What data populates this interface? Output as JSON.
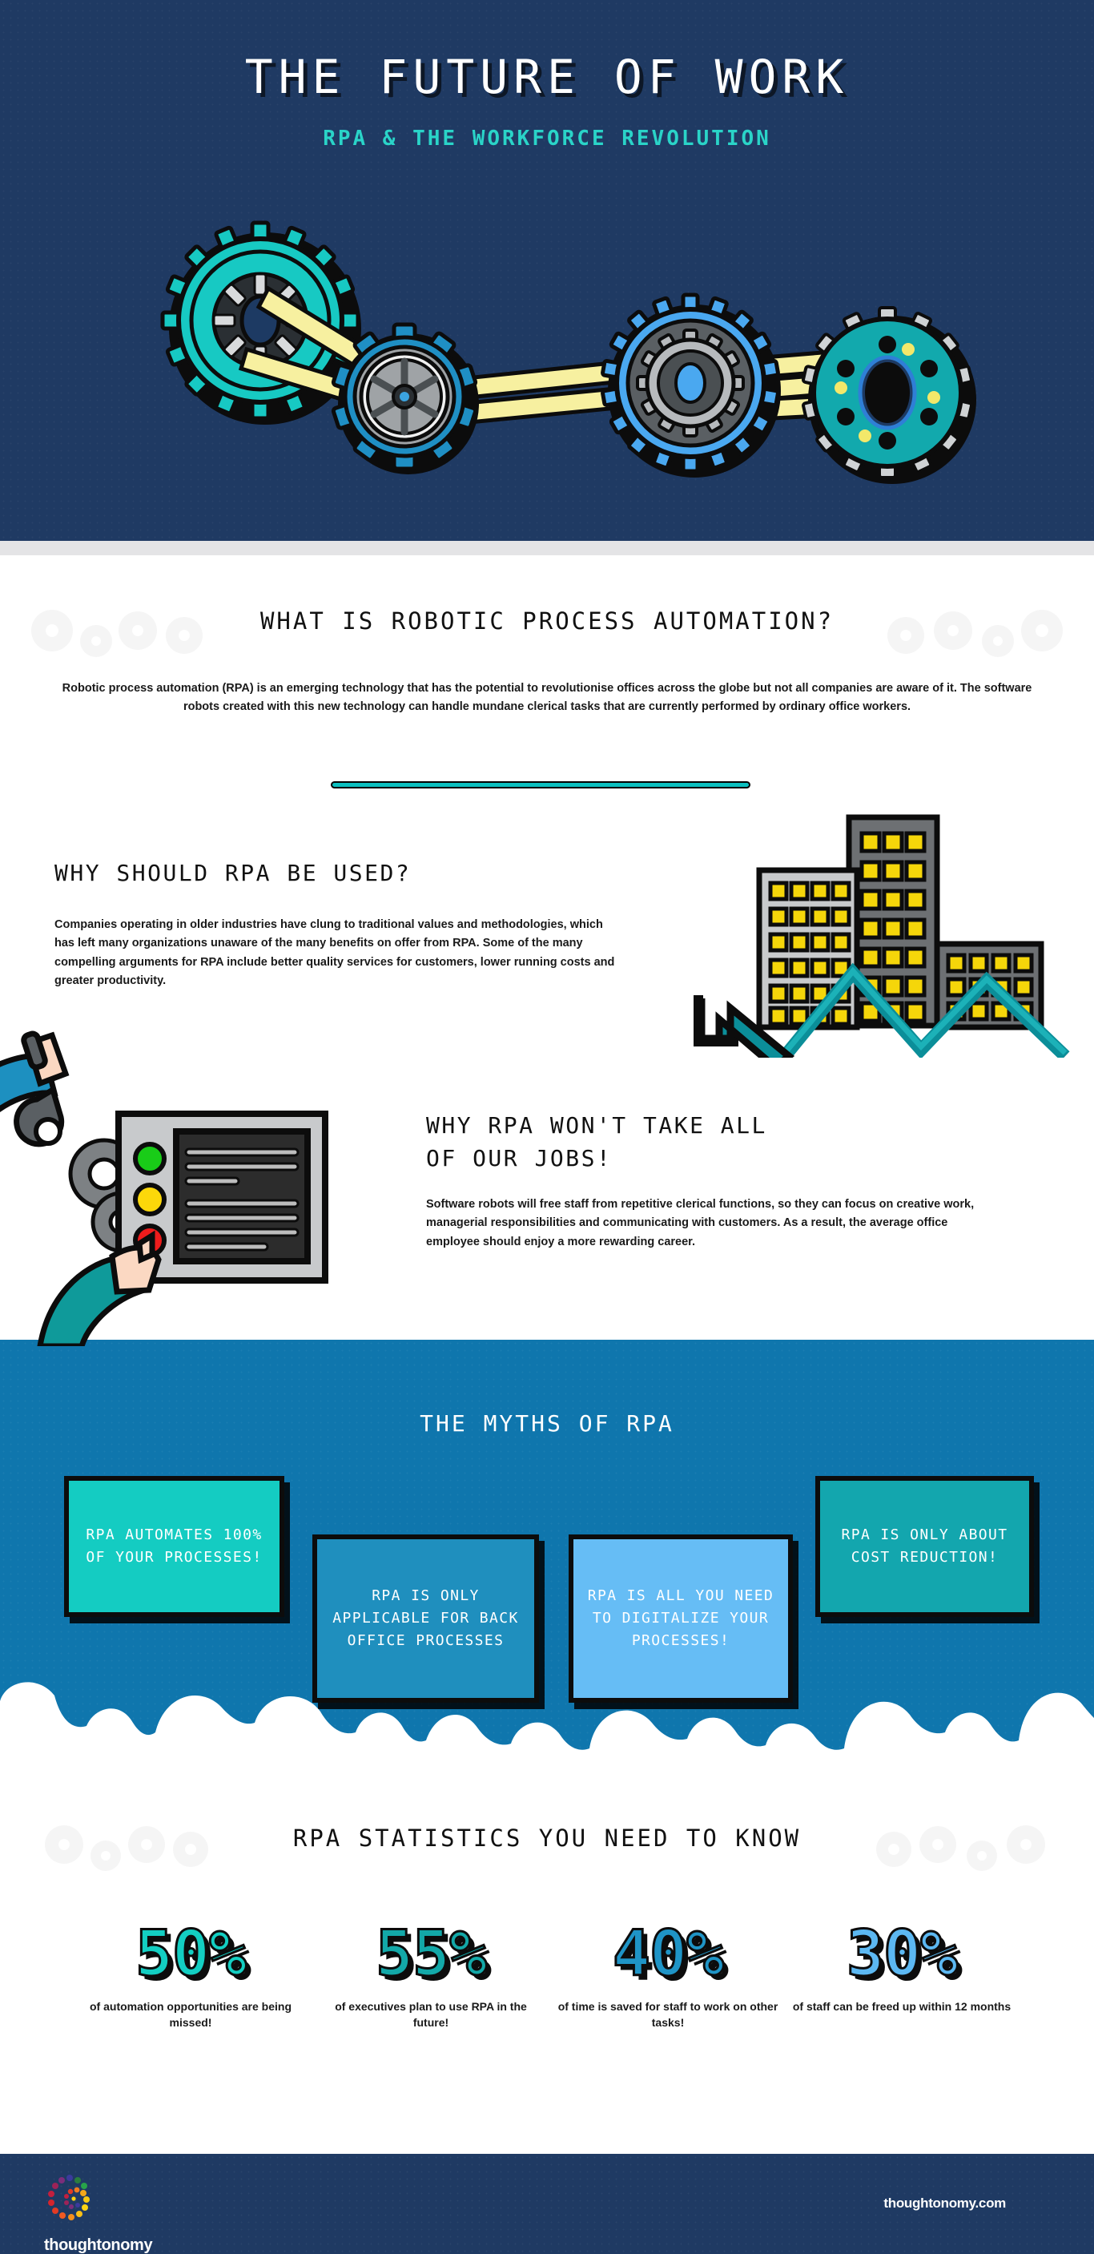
{
  "hero": {
    "title": "THE FUTURE OF WORK",
    "subtitle": "RPA & THE WORKFORCE REVOLUTION",
    "bg_color": "#1f3a63",
    "accent_color": "#2ad4c8"
  },
  "sections": {
    "what_is": {
      "heading": "WHAT IS ROBOTIC PROCESS AUTOMATION?",
      "paragraph": "Robotic process automation (RPA) is an emerging technology that has the potential to revolutionise offices across the globe but not all companies are aware of it. The software robots created with this new technology can handle mundane clerical tasks that are currently performed by ordinary office workers.",
      "rule_color": "#0bbfbf"
    },
    "why_used": {
      "heading": "WHY SHOULD RPA BE USED?",
      "paragraph": "Companies operating in older industries have clung to traditional values and methodologies, which has left many organizations unaware of the many benefits on offer from RPA. Some of the many compelling arguments for RPA include better quality services for customers, lower running costs and greater productivity."
    },
    "jobs": {
      "heading_line1": "WHY RPA WON'T TAKE ALL",
      "heading_line2": "OF OUR JOBS!",
      "paragraph": "Software robots will free staff from repetitive clerical functions, so they can focus on creative work, managerial responsibilities and communicating with customers. As a result, the average office employee should enjoy a more rewarding career."
    },
    "myths": {
      "heading": "THE MYTHS OF RPA",
      "bg_color": "#0f76ad",
      "cards": [
        {
          "text": "RPA AUTOMATES 100% OF YOUR PROCESSES!",
          "color": "#14ccc2"
        },
        {
          "text": "RPA IS ONLY APPLICABLE FOR BACK OFFICE PROCESSES",
          "color": "#1f8fbe"
        },
        {
          "text": "RPA IS ALL YOU NEED TO DIGITALIZE YOUR PROCESSES!",
          "color": "#66bdf5"
        },
        {
          "text": "RPA IS ONLY ABOUT COST REDUCTION!",
          "color": "#13a6ae"
        }
      ]
    },
    "stats": {
      "heading": "RPA STATISTICS YOU NEED TO KNOW",
      "items": [
        {
          "value": "50%",
          "caption": "of automation opportunities are being missed!",
          "color": "#13cec2"
        },
        {
          "value": "55%",
          "caption": "of executives plan to use RPA in the future!",
          "color": "#13a8a8"
        },
        {
          "value": "40%",
          "caption": "of time is saved for staff to work on other tasks!",
          "color": "#1f94c6"
        },
        {
          "value": "30%",
          "caption": "of staff can be freed up within 12 months",
          "color": "#5cb8f2"
        }
      ]
    }
  },
  "chart_data": {
    "type": "bar",
    "title": "RPA STATISTICS YOU NEED TO KNOW",
    "categories": [
      "of automation opportunities are being missed!",
      "of executives plan to use RPA in the future!",
      "of time is saved for staff to work on other tasks!",
      "of staff can be freed up within 12 months"
    ],
    "values": [
      50,
      55,
      40,
      30
    ],
    "value_labels": [
      "50%",
      "55%",
      "40%",
      "30%"
    ],
    "xlabel": "",
    "ylabel": "Percent",
    "ylim": [
      0,
      100
    ],
    "grid": false,
    "legend": "none"
  },
  "illustrations": {
    "hero_gears": "gears-illustration",
    "buildings": "city-growth-chart-illustration",
    "control_panel": "robot-control-panel-illustration",
    "clouds": "cloud-divider"
  },
  "footer": {
    "brand": "thoughtonomy",
    "website": "thoughtonomy.com",
    "bg_color": "#1f3a63"
  }
}
